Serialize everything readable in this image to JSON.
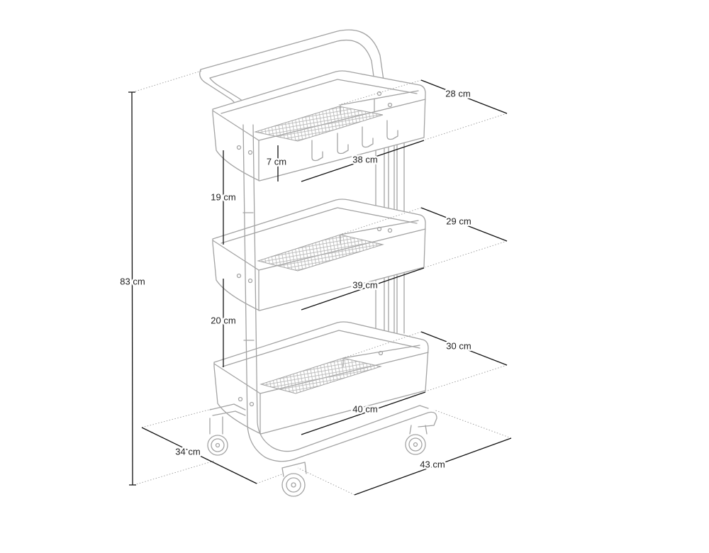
{
  "dimensions": {
    "top_depth": "28 cm",
    "top_width": "38 cm",
    "basket_height": "7 cm",
    "top_gap": "19 cm",
    "mid_depth": "29 cm",
    "mid_width": "39 cm",
    "lower_gap": "20 cm",
    "bottom_depth": "30 cm",
    "bottom_width": "40 cm",
    "total_height": "83 cm",
    "base_depth": "34 cm",
    "base_width": "43 cm"
  },
  "colors": {
    "outline": "#a3a3a3",
    "dimension": "#111111",
    "background": "#ffffff"
  }
}
